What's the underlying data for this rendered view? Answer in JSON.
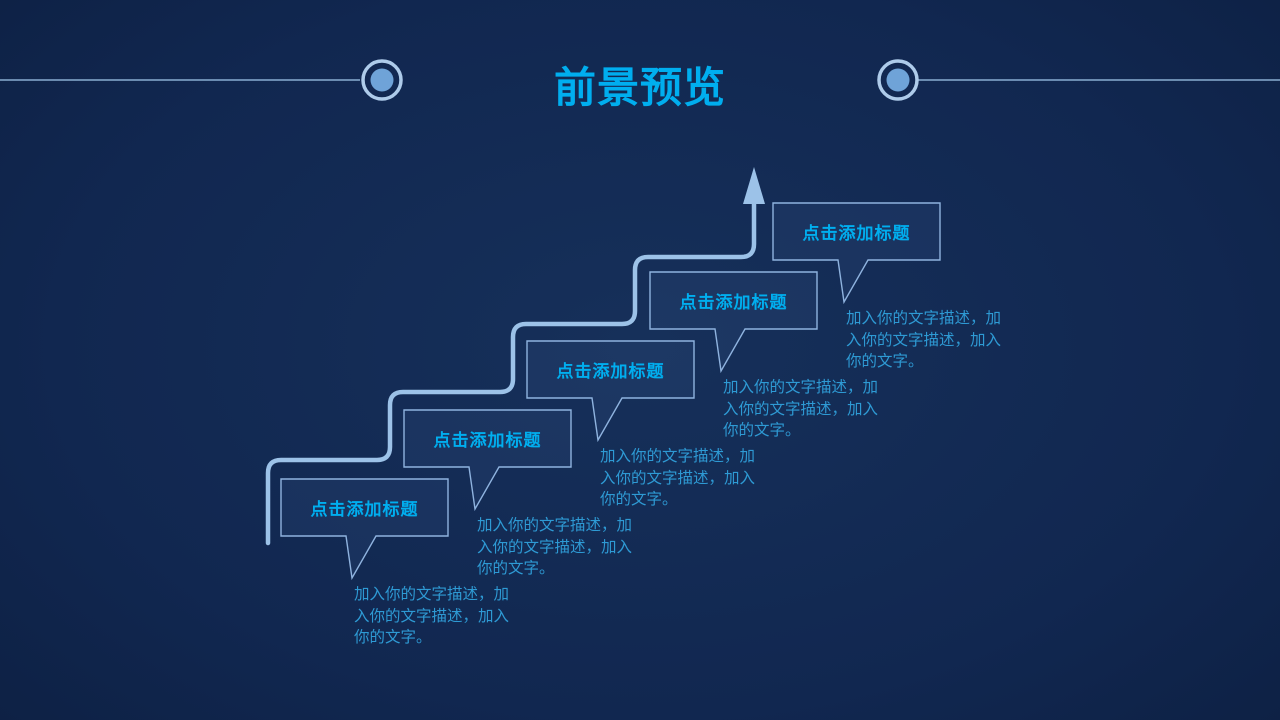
{
  "slide": {
    "title": "前景预览"
  },
  "diagram": {
    "steps": [
      {
        "title": "点击添加标题",
        "description": "加入你的文字描述，加入你的文字描述，加入你的文字。"
      },
      {
        "title": "点击添加标题",
        "description": "加入你的文字描述，加入你的文字描述，加入你的文字。"
      },
      {
        "title": "点击添加标题",
        "description": "加入你的文字描述，加入你的文字描述，加入你的文字。"
      },
      {
        "title": "点击添加标题",
        "description": "加入你的文字描述，加入你的文字描述，加入你的文字。"
      },
      {
        "title": "点击添加标题",
        "description": "加入你的文字描述，加入你的文字描述，加入你的文字。"
      }
    ]
  },
  "colors": {
    "background_center": "#16305a",
    "background_edge": "#071428",
    "slide_title": "#00AEEF",
    "callout_title": "#00AEEF",
    "description_text": "#2E9AD4",
    "stair_line": "#9CC2E8",
    "box_border": "#8FB3DF",
    "header_rule": "#9DC3E6",
    "circle_ring": "#AECBEA",
    "circle_fill": "#6FA3D8"
  }
}
